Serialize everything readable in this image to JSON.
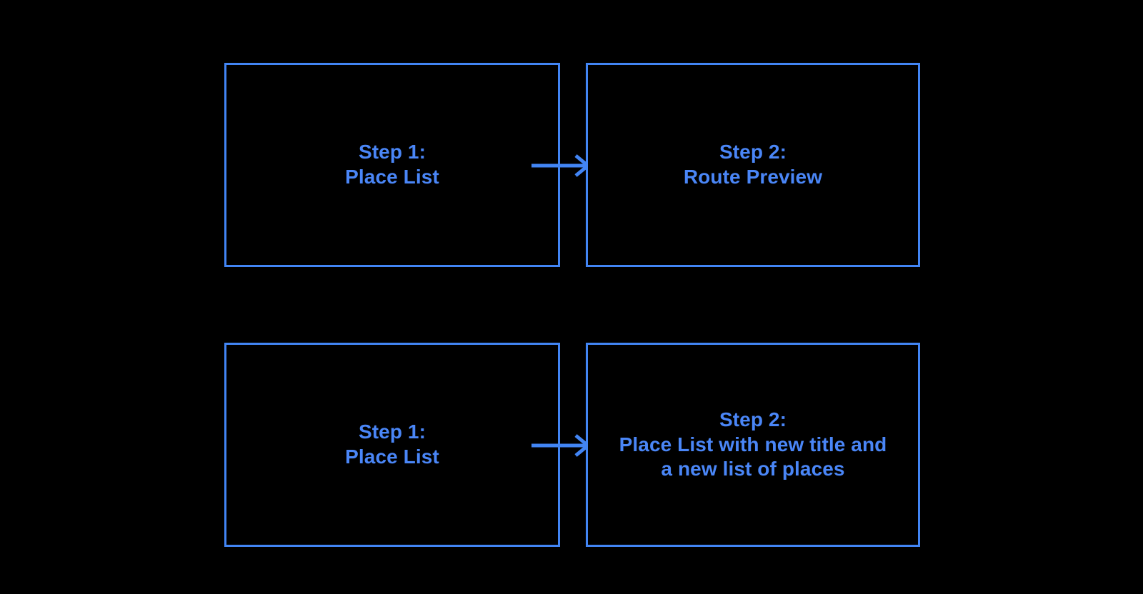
{
  "diagram": {
    "background_color": "#000000",
    "accent_color": "#4285f4",
    "text_color": "#4a86f7",
    "flows": [
      {
        "name": "route-preview-flow",
        "steps": [
          {
            "label": "Step 1:\nPlace List"
          },
          {
            "label": "Step 2:\nRoute Preview"
          }
        ],
        "connector": {
          "icon": "arrow-right-icon"
        }
      },
      {
        "name": "place-list-update-flow",
        "steps": [
          {
            "label": "Step 1:\nPlace List"
          },
          {
            "label": "Step 2:\nPlace List with new title and\na new list of places"
          }
        ],
        "connector": {
          "icon": "arrow-right-icon"
        }
      }
    ]
  }
}
